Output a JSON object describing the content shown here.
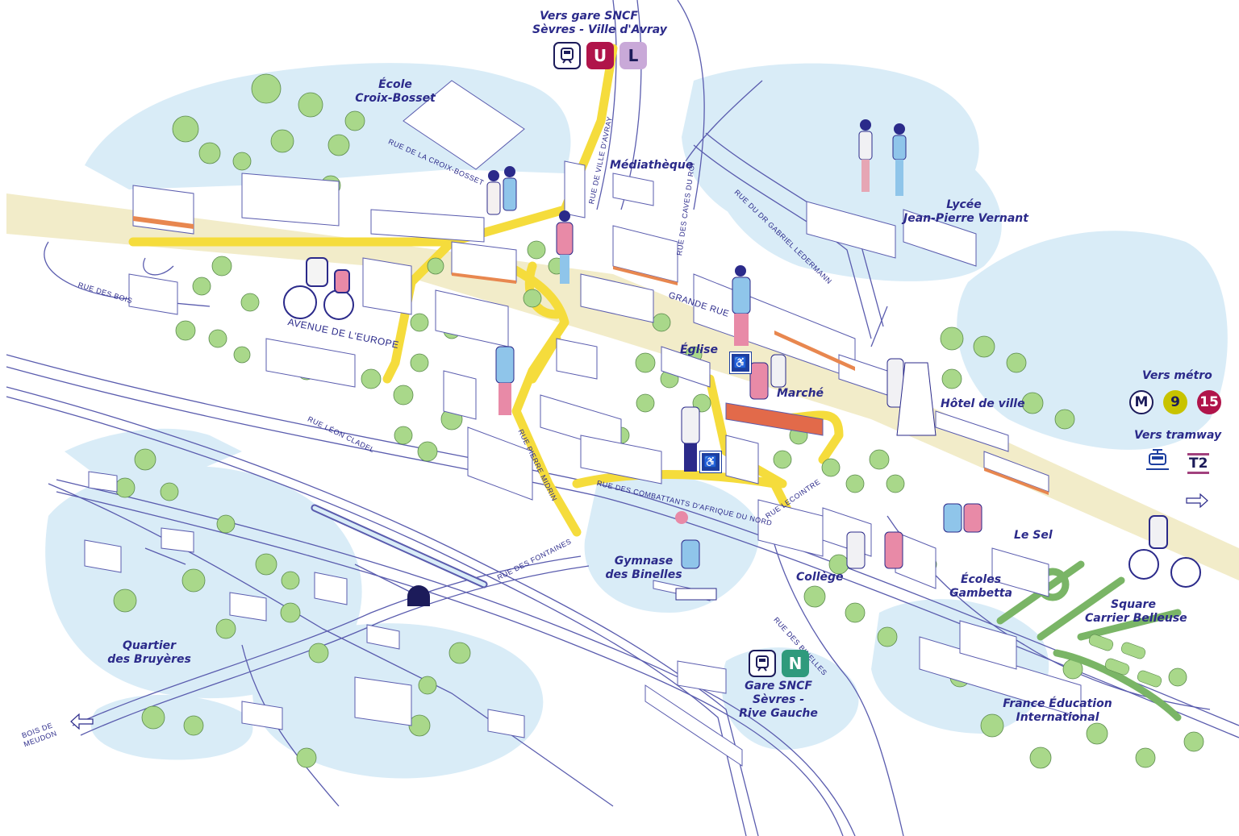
{
  "colors": {
    "zone": "#d9ecf7",
    "road": "#f2ecc9",
    "path": "#f5dc3c",
    "tree": "#a9d88a",
    "ink": "#2b2a8a",
    "line_u": "#b0144a",
    "line_l": "#c9a9d8",
    "line_n": "#2f9a7c",
    "metro_9": "#c8c300",
    "metro_15": "#b0144a",
    "t2": "#a2417e"
  },
  "labels": {
    "vers_gare_sncf_line1": "Vers gare SNCF",
    "vers_gare_sncf_line2": "Sèvres - Ville d'Avray",
    "ecole_line1": "École",
    "ecole_line2": "Croix-Bosset",
    "mediatheque": "Médiathèque",
    "lycee_line1": "Lycée",
    "lycee_line2": "Jean-Pierre Vernant",
    "eglise": "Église",
    "marche": "Marché",
    "hotel_de_ville": "Hôtel de ville",
    "vers_metro": "Vers métro",
    "vers_tramway": "Vers tramway",
    "le_sel": "Le Sel",
    "ecoles_line1": "Écoles",
    "ecoles_line2": "Gambetta",
    "square_line1": "Square",
    "square_line2": "Carrier Belleuse",
    "college": "Collège",
    "gymnase_line1": "Gymnase",
    "gymnase_line2": "des Binelles",
    "gare_rg_line1": "Gare SNCF",
    "gare_rg_line2": "Sèvres -",
    "gare_rg_line3": "Rive Gauche",
    "france_edu_line1": "France Éducation",
    "france_edu_line2": "International",
    "bruyeres_line1": "Quartier",
    "bruyeres_line2": "des Bruyères",
    "bois_line1": "BOIS DE",
    "bois_line2": "MEUDON"
  },
  "streets": {
    "croix_bosset": "RUE DE LA CROIX-BOSSET",
    "ville_davray": "RUE DE VILLE D'AVRAY",
    "caves_du_roi": "RUE DES CAVES DU ROI",
    "gabriel_ledermann": "RUE DU DR GABRIEL LEDERMANN",
    "grande_rue": "GRANDE RUE",
    "avenue_europe": "AVENUE DE L'EUROPE",
    "rue_des_bois": "RUE DES BOIS",
    "leon_cladel": "RUE LÉON CLADEL",
    "pierre_midrin": "RUE PIERRE MIDRIN",
    "combattants": "RUE DES COMBATTANTS D'AFRIQUE DU NORD",
    "lecointre": "RUE LECOINTRE",
    "fontaines": "RUE DES FONTAINES",
    "binelles": "RUE DES BINELLES"
  },
  "transit": {
    "line_u": "U",
    "line_l": "L",
    "line_n": "N",
    "metro": "M",
    "metro_9": "9",
    "metro_15": "15",
    "tram_t2": "T2"
  },
  "icons": {
    "train": "train-icon",
    "tram": "tram-icon",
    "arrow": "arrow-right-icon",
    "accessibility": "accessibility-icon"
  }
}
